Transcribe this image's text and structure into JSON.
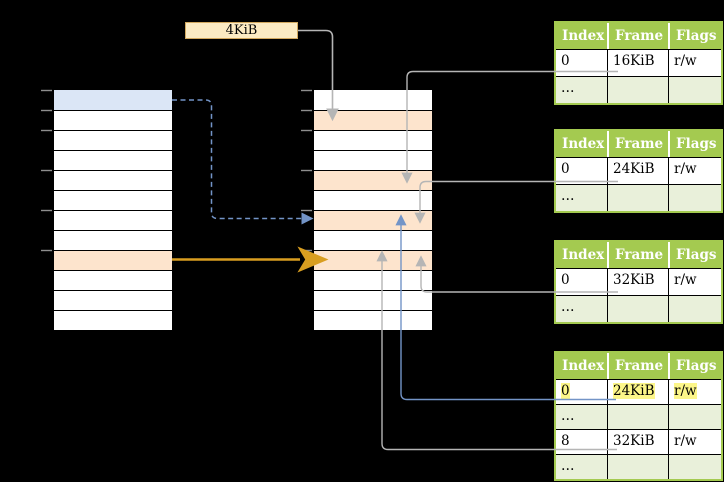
{
  "page_size_label": {
    "text": "4KiB"
  },
  "memory_columns": {
    "left": {
      "fills": [
        "blue",
        "white",
        "white",
        "white",
        "white",
        "white",
        "white",
        "white",
        "peach",
        "white",
        "white",
        "white"
      ]
    },
    "middle": {
      "fills": [
        "white",
        "peach",
        "white",
        "white",
        "peach",
        "white",
        "peach",
        "white",
        "peach",
        "white",
        "white",
        "white"
      ]
    }
  },
  "tables": [
    {
      "headers": [
        "Index",
        "Frame",
        "Flags"
      ],
      "rows": [
        {
          "cells": [
            "0",
            "16KiB",
            "r/w"
          ],
          "shaded": "false",
          "hl": "false"
        },
        {
          "cells": [
            "…",
            "",
            ""
          ],
          "shaded": "true",
          "hl": "false"
        }
      ]
    },
    {
      "headers": [
        "Index",
        "Frame",
        "Flags"
      ],
      "rows": [
        {
          "cells": [
            "0",
            "24KiB",
            "r/w"
          ],
          "shaded": "false",
          "hl": "false"
        },
        {
          "cells": [
            "…",
            "",
            ""
          ],
          "shaded": "true",
          "hl": "false"
        }
      ]
    },
    {
      "headers": [
        "Index",
        "Frame",
        "Flags"
      ],
      "rows": [
        {
          "cells": [
            "0",
            "32KiB",
            "r/w"
          ],
          "shaded": "false",
          "hl": "false"
        },
        {
          "cells": [
            "…",
            "",
            ""
          ],
          "shaded": "true",
          "hl": "false"
        }
      ]
    },
    {
      "headers": [
        "Index",
        "Frame",
        "Flags"
      ],
      "rows": [
        {
          "cells": [
            "0",
            "24KiB",
            "r/w"
          ],
          "shaded": "false",
          "hl": "true"
        },
        {
          "cells": [
            "…",
            "",
            ""
          ],
          "shaded": "true",
          "hl": "false"
        },
        {
          "cells": [
            "8",
            "32KiB",
            "r/w"
          ],
          "shaded": "false",
          "hl": "false"
        },
        {
          "cells": [
            "…",
            "",
            ""
          ],
          "shaded": "true",
          "hl": "false"
        }
      ]
    }
  ],
  "colors": {
    "table_header_bg": "#a4ca50",
    "table_shaded_row_bg": "#e9f0da",
    "cell_text_highlight": "#fcf689",
    "row_highlight_blue": "#dbe6f6",
    "row_highlight_peach": "#fde4cd",
    "page_size_label_bg": "#fcebc3",
    "connector_gray": "#b5b5b5",
    "connector_blue": "#7394c7",
    "connector_amber": "#d99e20"
  }
}
